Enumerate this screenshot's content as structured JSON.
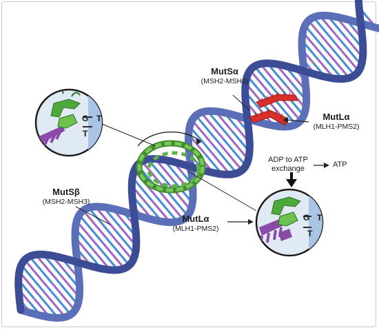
{
  "labels": {
    "mutsa": {
      "name": "MutSα",
      "complex": "(MSH2-MSH6)"
    },
    "mutla_top": {
      "name": "MutLα",
      "complex": "(MLH1-PMS2)"
    },
    "mutsb": {
      "name": "MutSβ",
      "complex": "(MSH2-MSH3)"
    },
    "mutla_bottom": {
      "name": "MutLα",
      "complex": "(MLH1-PMS2)"
    },
    "exchange": {
      "line1": "ADP to ATP",
      "line2": "exchange",
      "product": "ATP"
    }
  },
  "insets": {
    "top_left": {
      "base_g": "G",
      "base_t_right": "T",
      "base_t_bottom": "T"
    },
    "bottom_right": {
      "base_g": "G",
      "base_t_right": "T",
      "base_t_bottom": "T"
    }
  },
  "colors": {
    "backbone": "#5b6fb8",
    "backbone_dark": "#3c4d96",
    "rung_blue": "#4a8fd1",
    "rung_purple": "#a26bc2",
    "clamp_green": "#5fb04a",
    "mutl_red": "#d8302a",
    "inset_fill": "#dfeaf5"
  }
}
